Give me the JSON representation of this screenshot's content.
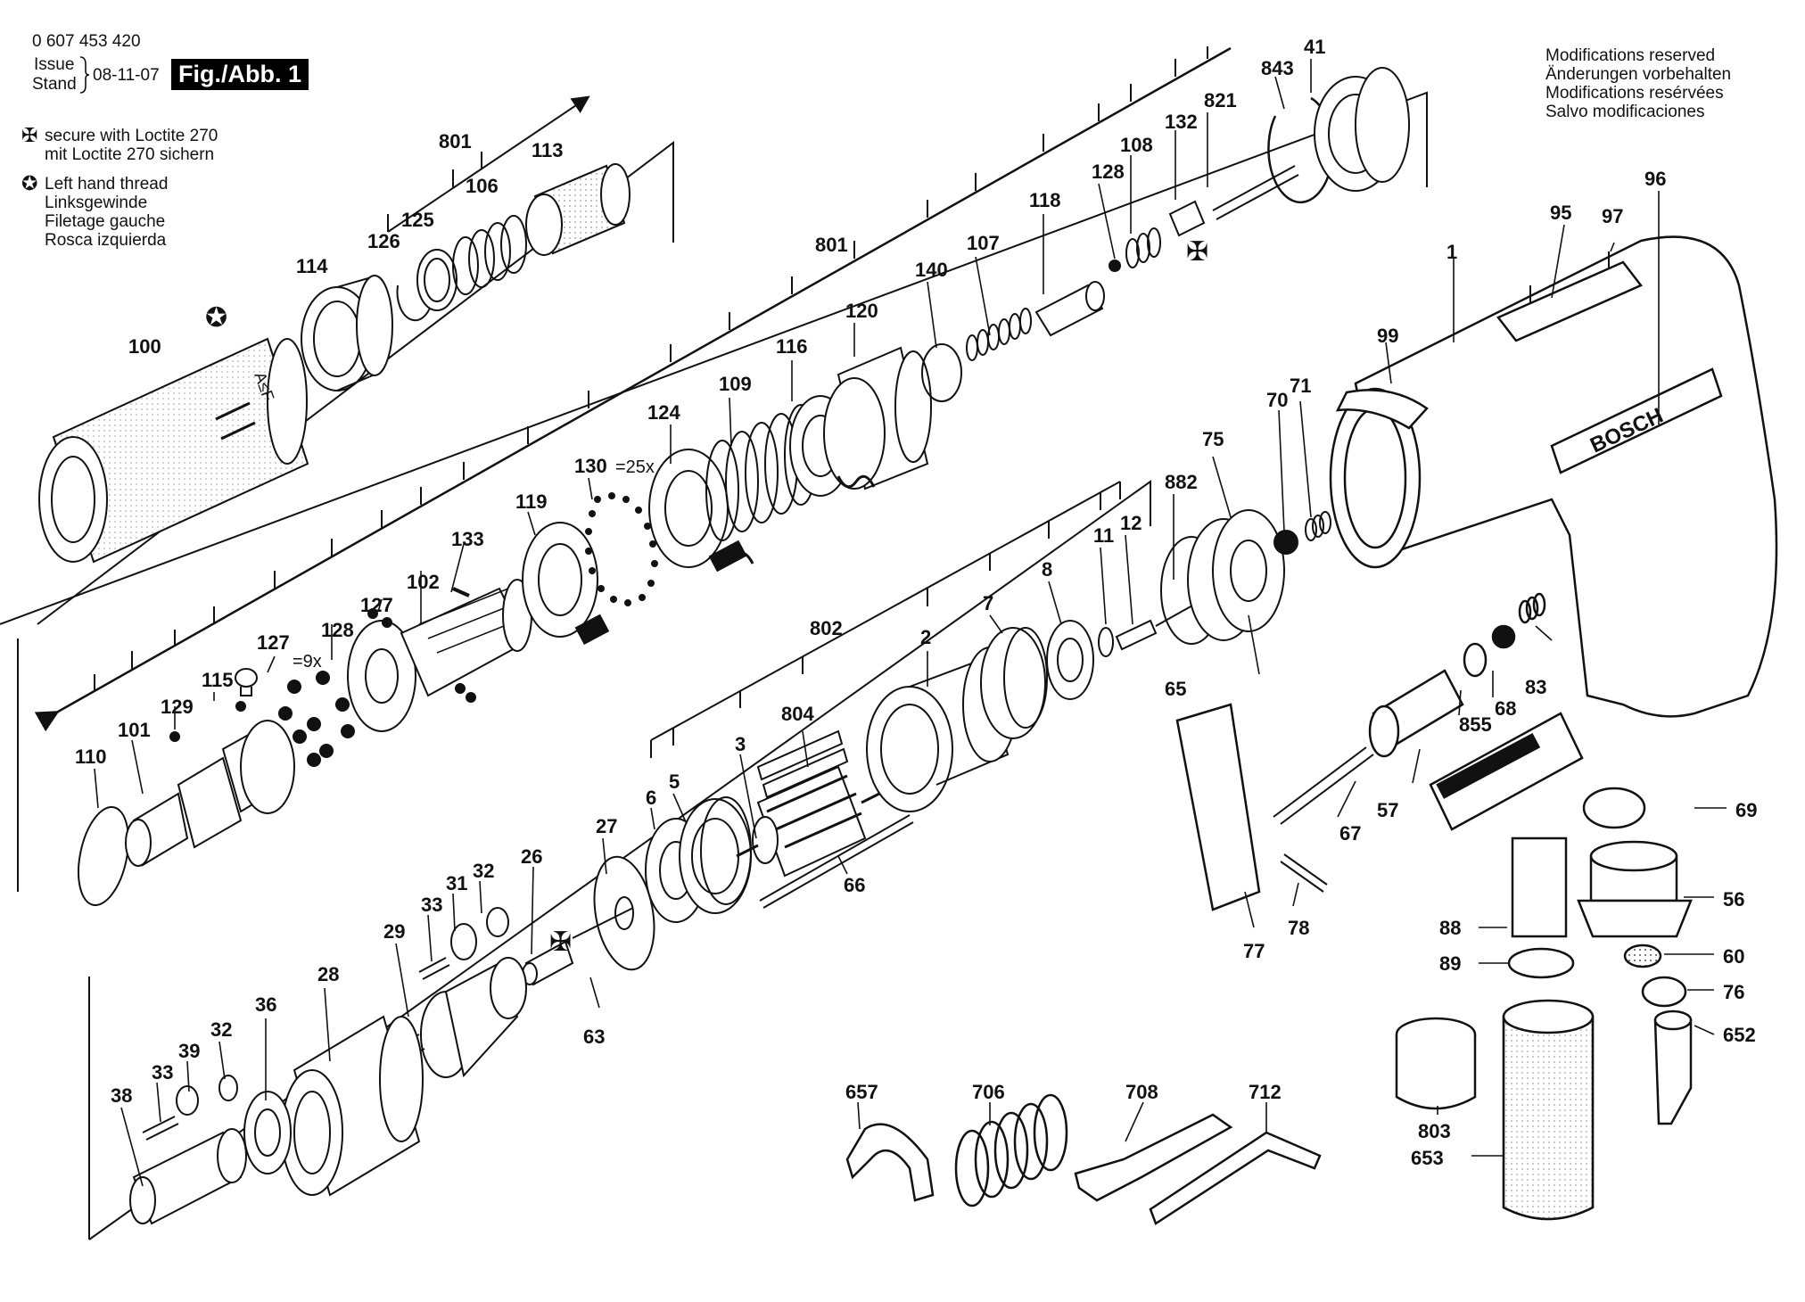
{
  "header": {
    "part_number": "0 607 453 420",
    "issue_label": "Issue",
    "stand_label": "Stand",
    "date": "08-11-07",
    "figure": "Fig./Abb. 1"
  },
  "notes": {
    "loctite_en": "secure with Loctite 270",
    "loctite_de": "mit Loctite 270 sichern",
    "lht_1": "Left hand thread",
    "lht_2": "Linksgewinde",
    "lht_3": "Filetage gauche",
    "lht_4": "Rosca izquierda"
  },
  "modifications": {
    "en": "Modifications reserved",
    "de": "Änderungen vorbehalten",
    "fr": "Modifications resérvées",
    "es": "Salvo modificaciones"
  },
  "brand": "BOSCH",
  "chuck_marks": "A≤F",
  "colors": {
    "ink": "#111111",
    "paper": "#ffffff",
    "badge": "#000000"
  },
  "icons": [
    "loctite-clover-icon",
    "left-hand-thread-star-icon"
  ],
  "part_labels": [
    "41",
    "843",
    "821",
    "132",
    "108",
    "128",
    "118",
    "107",
    "140",
    "801",
    "120",
    "116",
    "109",
    "124",
    "130",
    "=25x",
    "119",
    "133",
    "102",
    "127",
    "128",
    "127",
    "=9x",
    "115",
    "129",
    "101",
    "110",
    "113",
    "106",
    "801",
    "125",
    "126",
    "114",
    "100",
    "99",
    "1",
    "95",
    "97",
    "96",
    "70",
    "71",
    "75",
    "882",
    "12",
    "11",
    "8",
    "7",
    "2",
    "802",
    "804",
    "3",
    "5",
    "6",
    "27",
    "66",
    "65",
    "67",
    "57",
    "855",
    "68",
    "83",
    "69",
    "56",
    "60",
    "76",
    "652",
    "88",
    "89",
    "803",
    "653",
    "77",
    "78",
    "26",
    "32",
    "31",
    "33",
    "29",
    "63",
    "28",
    "36",
    "32",
    "39",
    "33",
    "38",
    "657",
    "706",
    "708",
    "712"
  ]
}
